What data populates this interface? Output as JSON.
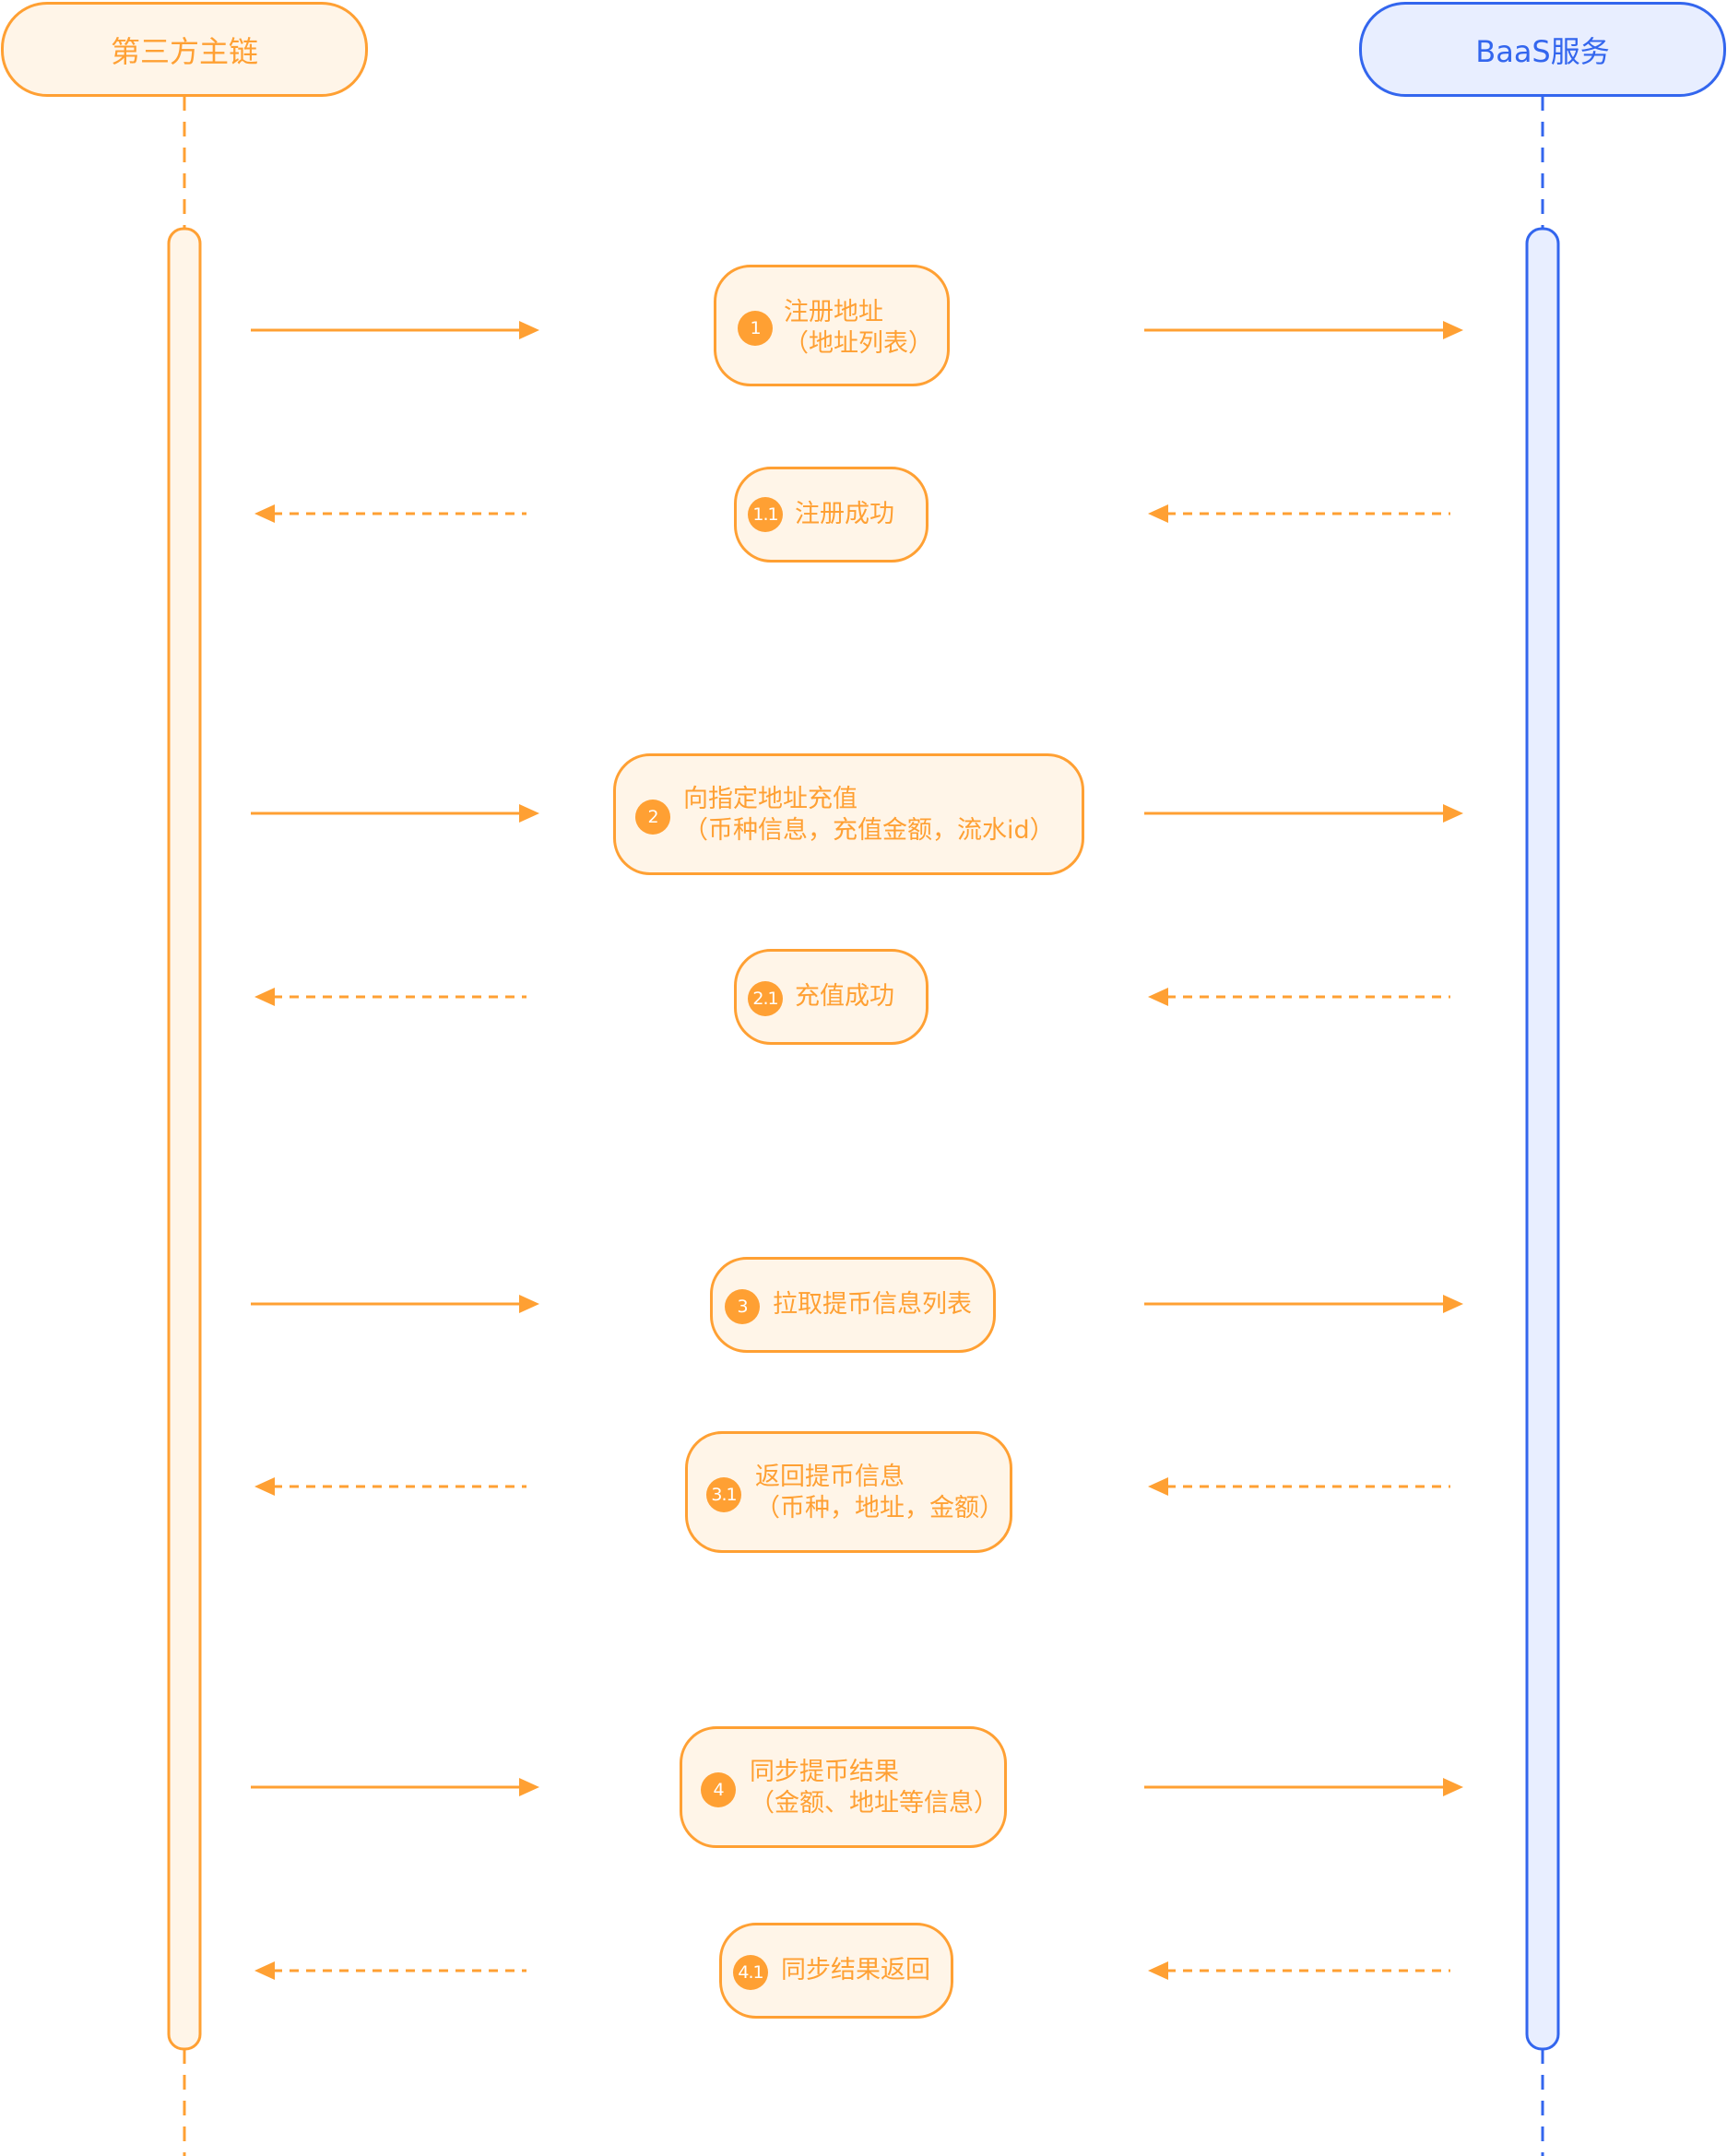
{
  "actors": {
    "left": {
      "label": "第三方主链"
    },
    "right": {
      "label": "BaaS服务"
    }
  },
  "colors": {
    "orange": "#FFA033",
    "orange_fill": "#FFF5E8",
    "blue": "#3366EE",
    "blue_fill": "#E8EEFF"
  },
  "messages": [
    {
      "step": "1",
      "line1": "注册地址",
      "line2": "（地址列表）",
      "direction": "request"
    },
    {
      "step": "1.1",
      "line1": "注册成功",
      "line2": "",
      "direction": "response"
    },
    {
      "step": "2",
      "line1": "向指定地址充值",
      "line2": "（币种信息，充值金额，流水id）",
      "direction": "request"
    },
    {
      "step": "2.1",
      "line1": "充值成功",
      "line2": "",
      "direction": "response"
    },
    {
      "step": "3",
      "line1": "拉取提币信息列表",
      "line2": "",
      "direction": "request"
    },
    {
      "step": "3.1",
      "line1": "返回提币信息",
      "line2": "（币种，地址，金额）",
      "direction": "response"
    },
    {
      "step": "4",
      "line1": "同步提币结果",
      "line2": "（金额、地址等信息）",
      "direction": "request"
    },
    {
      "step": "4.1",
      "line1": "同步结果返回",
      "line2": "",
      "direction": "response"
    }
  ]
}
